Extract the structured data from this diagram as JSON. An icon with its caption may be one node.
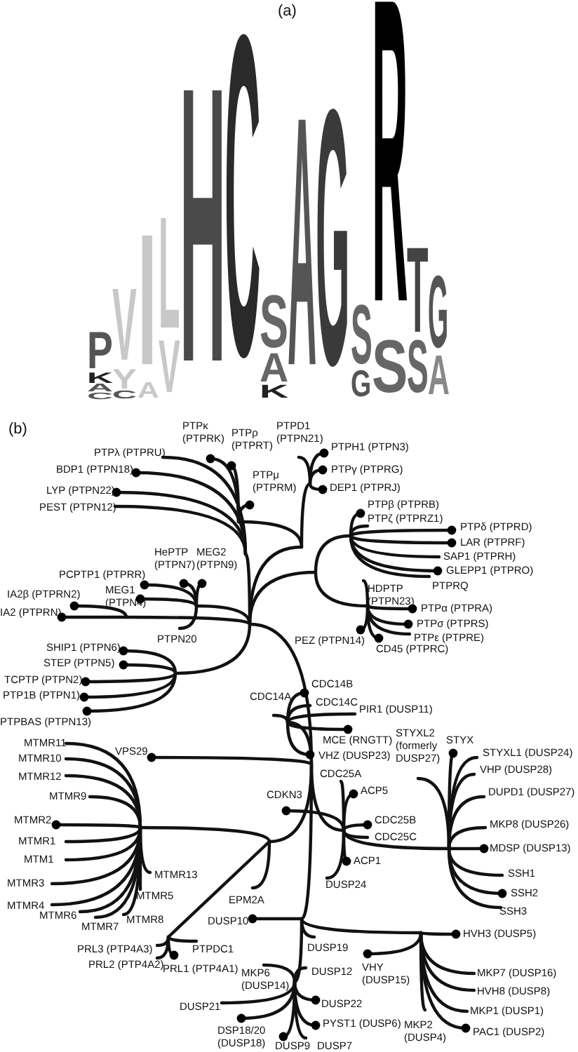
{
  "diagram": {
    "labels": [
      "(a)",
      "P",
      "K",
      "A",
      "C",
      "V",
      "Y",
      "C",
      "I",
      "A",
      "L",
      "V",
      "H",
      "C",
      "S",
      "A",
      "K",
      "A",
      "G",
      "S",
      "G",
      "R",
      "S",
      "T",
      "S",
      "G",
      "A",
      "(b)",
      "PTPκ (PTPRK)",
      "PTPρ (PTPRT)",
      "PTPD1 (PTPN21)",
      "PTPH1 (PTPN3)",
      "PTPλ (PTPRU)",
      "PTPγ (PTPRG)",
      "BDP1 (PTPN18)",
      "PTPμ (PTPRM)",
      "DEP1 (PTPRJ)",
      "LYP (PTPN22)",
      "PTPβ (PTPRB)",
      "PEST (PTPN12)",
      "PTPδ (PTPRD)",
      "PTPζ (PTPRZ1)",
      "LAR (PTPRF)",
      "SAP1 (PTPRH)",
      "HePTP (PTPN7)",
      "MEG2 (PTPN9)",
      "GLEPP1 (PTPRO)",
      "HDPTP (PTPN23)",
      "PCPTP1 (PTPRR)",
      "PTPRQ",
      "MEG1 (PTPN4)",
      "IA2β (PTPRN2)",
      "PTPα (PTPRA)",
      "IA2 (PTPRN)",
      "PTPσ (PTPRS)",
      "PTPN20",
      "PTPε (PTPRE)",
      "PEZ (PTPN14)",
      "CD45 (PTPRC)",
      "SHIP1 (PTPN6)",
      "STEP (PTPN5)",
      "TCPTP (PTPN2)",
      "CDC14B",
      "PTP1B (PTPN1)",
      "CDC14A",
      "CDC14C",
      "PIR1 (DUSP11)",
      "PTPBAS (PTPN13)",
      "MCE (RNGTT)",
      "STYXL2 (formerly DUSP27)",
      "STYX",
      "MTMR11",
      "VPS29",
      "VHZ (DUSP23)",
      "STYXL1 (DUSP24)",
      "MTMR10",
      "VHP (DUSP28)",
      "CDC25A",
      "MTMR12",
      "ACP5",
      "DUPD1 (DUSP27)",
      "MTMR9",
      "CDKN3",
      "MTMR2",
      "CDC25B",
      "MKP8 (DUSP26)",
      "CDC25C",
      "MTMR1",
      "MDSP (DUSP13)",
      "MTM1",
      "ACP1",
      "SSH1",
      "MTMR13",
      "MTMR3",
      "DUSP24",
      "SSH2",
      "MTMR5",
      "EPM2A",
      "MTMR4",
      "SSH3",
      "MTMR6",
      "MTMR8",
      "DUSP10",
      "MTMR7",
      "HVH3 (DUSP5)",
      "DUSP19",
      "PRL3 (PTP4A3)",
      "PTPDC1",
      "PRL2 (PTP4A2)",
      "PRL1 (PTP4A1)",
      "VHY (DUSP15)",
      "DUSP12",
      "MKP7 (DUSP16)",
      "MKP6 (DUSP14)",
      "HVH8 (DUSP8)",
      "DUSP22",
      "DUSP21",
      "MKP1 (DUSP1)",
      "PYST1 (DUSP6)",
      "MKP2 (DUSP4)",
      "DSP18/20 (DUSP18)",
      "PAC1 (DUSP2)",
      "DUSP9",
      "DUSP7"
    ]
  }
}
